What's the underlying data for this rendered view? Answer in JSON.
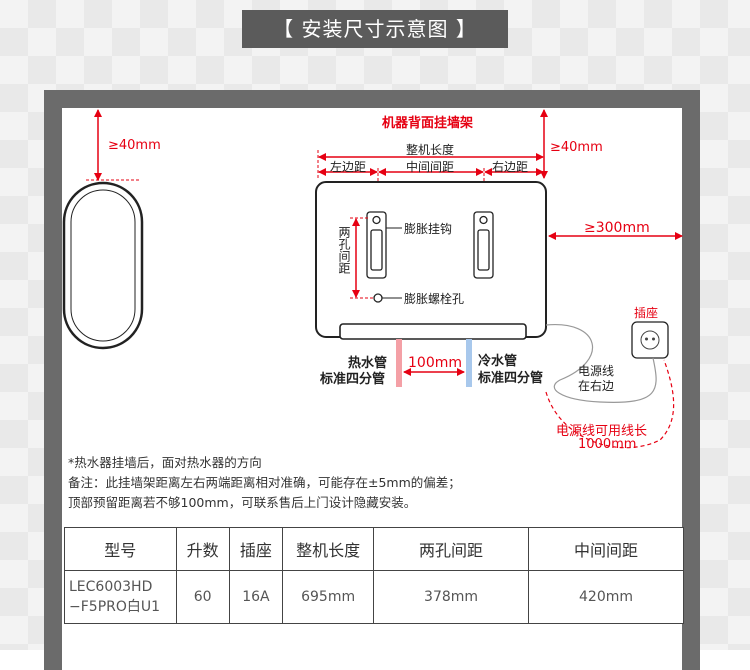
{
  "title": "【 安装尺寸示意图 】",
  "labels": {
    "top_clearance_left": "≥40mm",
    "top_clearance_right": "≥40mm",
    "side_clearance": "≥300mm",
    "bracket": "机器背面挂墙架",
    "total_length": "整机长度",
    "left_margin": "左边距",
    "middle_distance": "中间间距",
    "right_margin": "右边距",
    "hole_distance": "两孔间距",
    "expansion_hook": "膨胀挂钩",
    "expansion_bolt_hole": "膨胀螺栓孔",
    "hot_pipe_1": "热水管",
    "hot_pipe_2": "标准四分管",
    "cold_pipe_1": "冷水管",
    "cold_pipe_2": "标准四分管",
    "pipe_distance": "100mm",
    "socket": "插座",
    "cord_1": "电源线",
    "cord_2": "在右边",
    "cord_length_1": "电源线可用线长",
    "cord_length_2": "1000mm"
  },
  "notes": [
    "*热水器挂墙后，面对热水器的方向",
    "备注：此挂墙架距离左右两端距离相对准确，可能存在±5mm的偏差；",
    "顶部预留距离若不够100mm，可联系售后上门设计隐藏安装。"
  ],
  "table": {
    "headers": [
      "型号",
      "升数",
      "插座",
      "整机长度",
      "两孔间距",
      "中间间距"
    ],
    "row": {
      "model_line1": "LEC6003HD",
      "model_line2": "−F5PRO白U1",
      "capacity": "60",
      "socket": "16A",
      "length": "695mm",
      "hole_distance": "378mm",
      "middle_distance": "420mm"
    }
  },
  "colors": {
    "accent": "#e60012",
    "wall": "#6b6b6b",
    "banner": "#5b5b5b",
    "hot": "#f4a0a6",
    "cold": "#a8c8ec"
  }
}
